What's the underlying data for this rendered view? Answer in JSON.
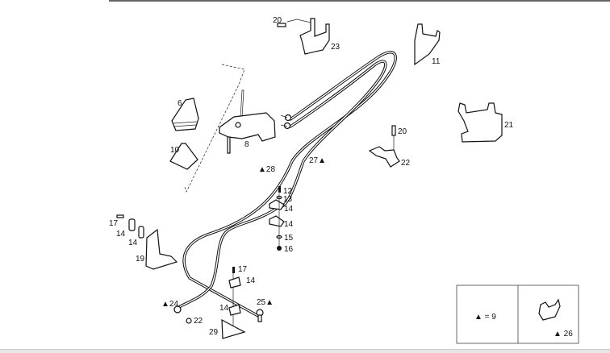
{
  "callouts": {
    "c20a": "20",
    "c23": "23",
    "c11": "11",
    "c6": "6",
    "c8": "8",
    "c10": "10",
    "c20b": "20",
    "c22a": "22",
    "c21": "21",
    "c27": "27▲",
    "c28": "▲28",
    "c12": "12",
    "c13": "13",
    "c14a": "14",
    "c14b": "14",
    "c15": "15",
    "c16": "16",
    "c17a": "17",
    "c14c": "14",
    "c14d": "14",
    "c19": "19",
    "c17b": "17",
    "c14e": "14",
    "c24": "▲24",
    "c22b": "22",
    "c25": "25▲",
    "c14f": "14",
    "c29": "29"
  },
  "legend": {
    "note": "▲ = 9",
    "clip_label": "▲ 26"
  }
}
